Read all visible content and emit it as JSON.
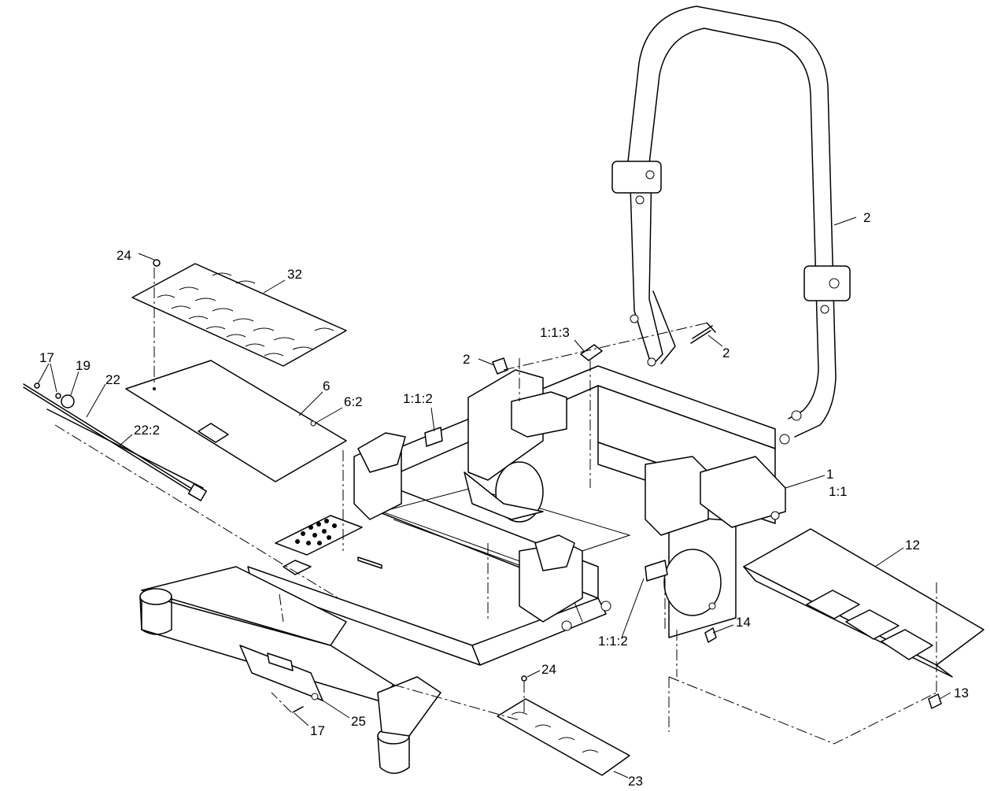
{
  "callouts": [
    {
      "id": "c-24a",
      "text": "24"
    },
    {
      "id": "c-32",
      "text": "32"
    },
    {
      "id": "c-17a",
      "text": "17"
    },
    {
      "id": "c-19",
      "text": "19"
    },
    {
      "id": "c-22",
      "text": "22"
    },
    {
      "id": "c-22-2",
      "text": "22:2"
    },
    {
      "id": "c-6",
      "text": "6"
    },
    {
      "id": "c-6-2",
      "text": "6:2"
    },
    {
      "id": "c-2a",
      "text": "2"
    },
    {
      "id": "c-2b",
      "text": "2"
    },
    {
      "id": "c-2c",
      "text": "2"
    },
    {
      "id": "c-113",
      "text": "1:1:3"
    },
    {
      "id": "c-112a",
      "text": "1:1:2"
    },
    {
      "id": "c-112b",
      "text": "1:1:2"
    },
    {
      "id": "c-1",
      "text": "1"
    },
    {
      "id": "c-11",
      "text": "1:1"
    },
    {
      "id": "c-12",
      "text": "12"
    },
    {
      "id": "c-14",
      "text": "14"
    },
    {
      "id": "c-13",
      "text": "13"
    },
    {
      "id": "c-24b",
      "text": "24"
    },
    {
      "id": "c-17b",
      "text": "17"
    },
    {
      "id": "c-25",
      "text": "25"
    },
    {
      "id": "c-23",
      "text": "23"
    }
  ]
}
